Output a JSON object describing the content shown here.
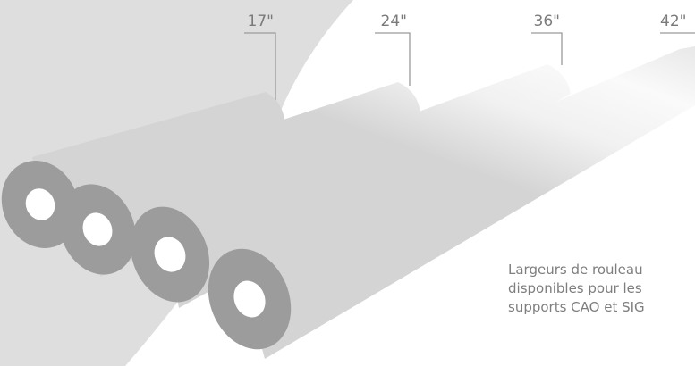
{
  "roll_widths": [
    "17\"",
    "24\"",
    "36\"",
    "42\""
  ],
  "caption": {
    "line1": "Largeurs de rouleau",
    "line2": "disponibles pour les",
    "line3": "supports CAO et SIG"
  },
  "colors": {
    "background_panel": "#dedede",
    "roll_body": "#ebebeb",
    "roll_end": "#9c9c9c",
    "roll_hole": "#ffffff",
    "leader_line": "#9a9a9a",
    "text": "#7e7e7e"
  }
}
